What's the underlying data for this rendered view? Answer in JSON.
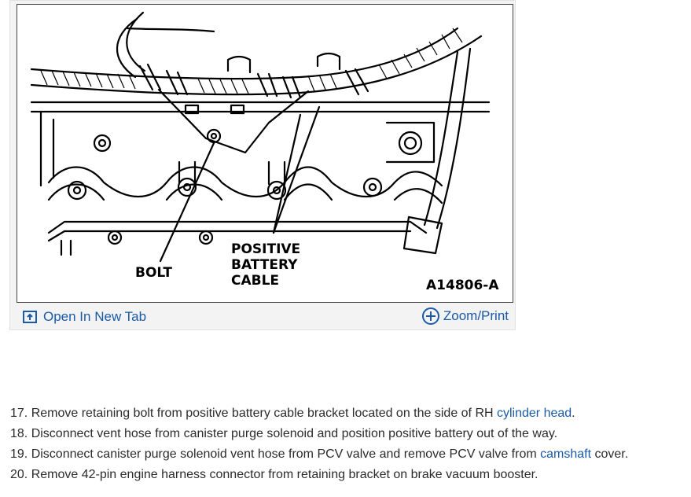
{
  "figure": {
    "labels": {
      "bolt": "BOLT",
      "cable_line1": "POSITIVE",
      "cable_line2": "BATTERY",
      "cable_line3": "CABLE",
      "figure_id": "A14806-A"
    }
  },
  "toolbar": {
    "open_label": "Open In New Tab",
    "zoom_label": "Zoom/Print"
  },
  "steps": [
    {
      "num": "17.",
      "before": " Remove retaining bolt from positive battery cable bracket located on the side of RH ",
      "link": "cylinder head",
      "after": "."
    },
    {
      "num": "18.",
      "before": " Disconnect vent hose from canister purge solenoid and position positive battery out of the way.",
      "link": "",
      "after": ""
    },
    {
      "num": "19.",
      "before": " Disconnect canister purge solenoid vent hose from PCV valve and remove PCV valve from ",
      "link": "camshaft",
      "after": " cover."
    },
    {
      "num": "20.",
      "before": " Remove 42-pin engine harness connector from retaining bracket on brake vacuum booster.",
      "link": "",
      "after": ""
    }
  ],
  "colors": {
    "link": "#1a5aa6",
    "text": "#2b2b2b",
    "card_bg": "#f3f3f3"
  }
}
